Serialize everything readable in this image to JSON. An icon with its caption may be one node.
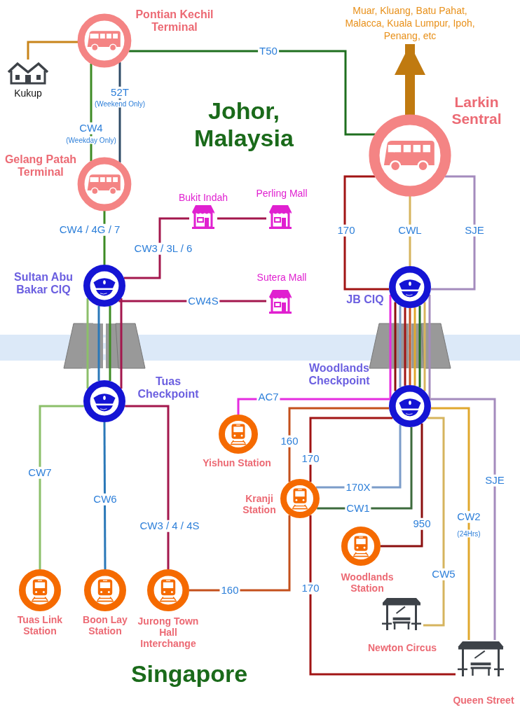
{
  "diagram": {
    "nodes": [
      {
        "text": [
          "Pontian Kechil Terminal"
        ]
      },
      {
        "text": [
          "Kukup"
        ]
      },
      {
        "text": [
          "Gelang Patah Terminal"
        ]
      },
      {
        "text": [
          "Larkin Sentral"
        ]
      },
      {
        "text": [
          "Muar, Kluang, Batu Pahat, Malacca, Kuala Lumpur, Ipoh, Penang, etc"
        ]
      },
      {
        "text": [
          "Bukit Indah"
        ]
      },
      {
        "text": [
          "Perling Mall"
        ]
      },
      {
        "text": [
          "Sultan Abu Bakar CIQ"
        ]
      },
      {
        "text": [
          "Sutera Mall"
        ]
      },
      {
        "text": [
          "JB CIQ"
        ]
      },
      {
        "text": [
          "Tuas Checkpoint"
        ]
      },
      {
        "text": [
          "Woodlands Checkpoint"
        ]
      },
      {
        "text": [
          "Yishun Station"
        ]
      },
      {
        "text": [
          "Kranji Station"
        ]
      },
      {
        "text": [
          "Woodlands Station"
        ]
      },
      {
        "text": [
          "Newton Circus"
        ]
      },
      {
        "text": [
          "Queen Street"
        ]
      },
      {
        "text": [
          "Tuas Link Station"
        ]
      },
      {
        "text": [
          "Boon Lay Station"
        ]
      },
      {
        "text": [
          "Jurong Town Hall Interchange"
        ]
      }
    ],
    "edges": [
      {
        "from": 0,
        "to": 1,
        "arrow": "none",
        "color": "#c8841a"
      },
      {
        "from": 0,
        "to": 3,
        "arrow": "none",
        "label": "T50",
        "color": "#1f6f1f"
      },
      {
        "from": 0,
        "to": 2,
        "arrow": "none",
        "label": "CW4",
        "color": "#3d8b24"
      },
      {
        "from": 0,
        "to": 2,
        "arrow": "none",
        "label": "52T",
        "color": "#2e4a66"
      },
      {
        "from": 2,
        "to": 7,
        "arrow": "none",
        "label": "CW4 / 4G / 7",
        "color": "#3d8b24"
      },
      {
        "from": 7,
        "to": 5,
        "arrow": "none",
        "label": "CW3 / 3L / 6",
        "color": "#a3174d"
      },
      {
        "from": 5,
        "to": 6,
        "arrow": "none",
        "color": "#a3174d"
      },
      {
        "from": 7,
        "to": 8,
        "arrow": "none",
        "label": "CW4S",
        "color": "#a3174d"
      },
      {
        "from": 3,
        "to": 9,
        "arrow": "none",
        "label": "170",
        "color": "#a11414"
      },
      {
        "from": 3,
        "to": 9,
        "arrow": "none",
        "label": "CWL",
        "color": "#d6b45e"
      },
      {
        "from": 3,
        "to": 9,
        "arrow": "none",
        "label": "SJE",
        "color": "#a48bbd"
      },
      {
        "from": 7,
        "to": 10,
        "arrow": "none",
        "color": "#8cbf6a"
      },
      {
        "from": 7,
        "to": 10,
        "arrow": "none",
        "color": "#2a78b8"
      },
      {
        "from": 7,
        "to": 10,
        "arrow": "none",
        "color": "#3d8b24"
      },
      {
        "from": 7,
        "to": 10,
        "arrow": "none",
        "color": "#a3174d"
      },
      {
        "from": 9,
        "to": 11,
        "arrow": "none",
        "color": "#e52ce0"
      },
      {
        "from": 9,
        "to": 11,
        "arrow": "none",
        "color": "#8b0f0f"
      },
      {
        "from": 9,
        "to": 11,
        "arrow": "none",
        "color": "#7b9cc9"
      },
      {
        "from": 9,
        "to": 11,
        "arrow": "none",
        "color": "#a11414"
      },
      {
        "from": 9,
        "to": 11,
        "arrow": "none",
        "color": "#c4501c"
      },
      {
        "from": 9,
        "to": 11,
        "arrow": "none",
        "color": "#e0a82e"
      },
      {
        "from": 9,
        "to": 11,
        "arrow": "none",
        "color": "#1f6f1f"
      },
      {
        "from": 9,
        "to": 11,
        "arrow": "none",
        "color": "#d6b45e"
      },
      {
        "from": 9,
        "to": 11,
        "arrow": "none",
        "color": "#a48bbd"
      },
      {
        "from": 11,
        "to": 12,
        "arrow": "none",
        "label": "AC7",
        "color": "#e52ce0"
      },
      {
        "from": 11,
        "to": 13,
        "arrow": "none",
        "label": "160",
        "color": "#c4501c"
      },
      {
        "from": 13,
        "to": 19,
        "arrow": "none",
        "label": "160",
        "color": "#c4501c"
      },
      {
        "from": 11,
        "to": 13,
        "arrow": "none",
        "label": "170",
        "color": "#a11414"
      },
      {
        "from": 13,
        "to": 16,
        "arrow": "none",
        "label": "170",
        "color": "#a11414"
      },
      {
        "from": 13,
        "to": 11,
        "arrow": "none",
        "label": "170X",
        "color": "#7b9cc9"
      },
      {
        "from": 13,
        "to": 11,
        "arrow": "none",
        "label": "CW1",
        "color": "#3d6b3d"
      },
      {
        "from": 11,
        "to": 14,
        "arrow": "none",
        "label": "950",
        "color": "#8b0f0f"
      },
      {
        "from": 11,
        "to": 15,
        "arrow": "none",
        "label": "CW5",
        "color": "#d6b45e"
      },
      {
        "from": 11,
        "to": 16,
        "arrow": "none",
        "label": "CW2",
        "color": "#e0a82e"
      },
      {
        "from": 11,
        "to": 16,
        "arrow": "none",
        "label": "SJE",
        "color": "#a48bbd"
      },
      {
        "from": 10,
        "to": 17,
        "arrow": "none",
        "label": "CW7",
        "color": "#8cbf6a"
      },
      {
        "from": 10,
        "to": 18,
        "arrow": "none",
        "label": "CW6",
        "color": "#2a78b8"
      },
      {
        "from": 10,
        "to": 19,
        "arrow": "none",
        "label": "CW3 / 4 / 4S",
        "color": "#a3174d"
      },
      {
        "from": 3,
        "to": 4,
        "arrow": "to",
        "style": "thick",
        "color": "#c07a10"
      }
    ],
    "labels": [
      "(Weekend Only)",
      "Johor, Malaysia",
      "(Weekday Only)",
      "(24Hrs)",
      "Singapore"
    ]
  }
}
